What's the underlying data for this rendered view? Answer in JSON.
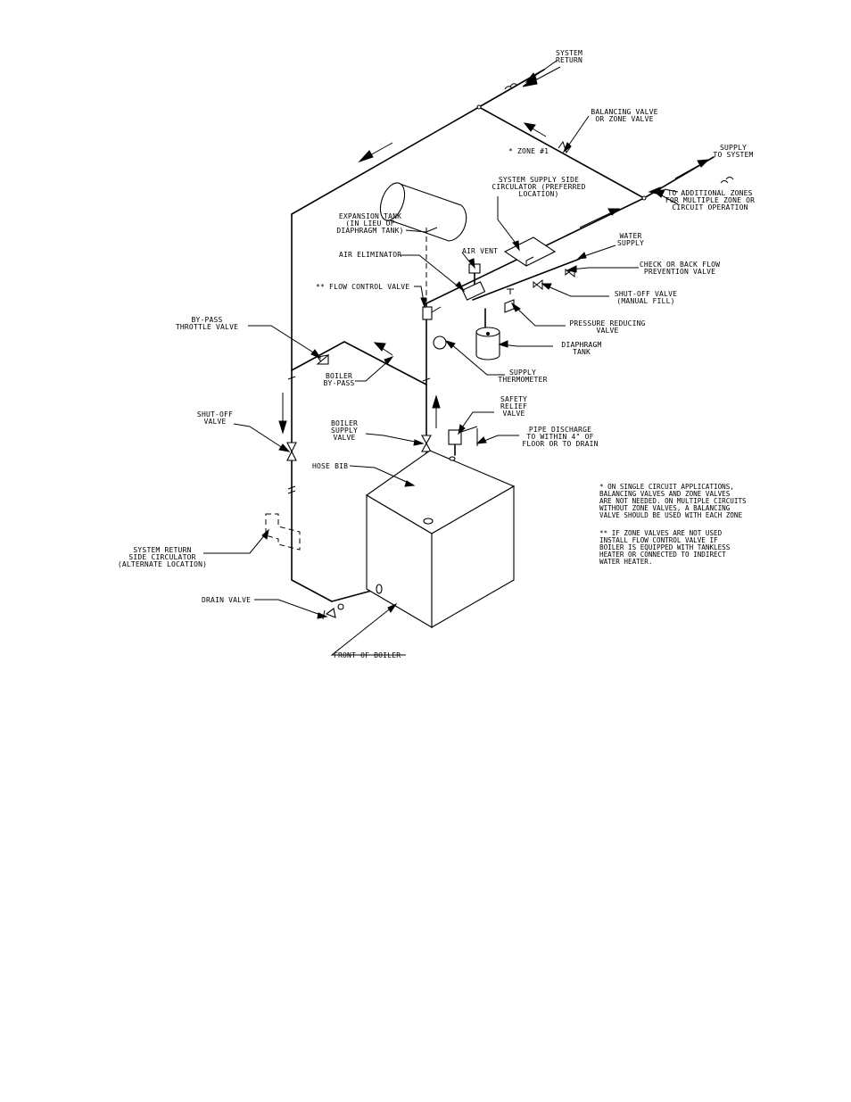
{
  "labels": {
    "system_return": [
      "SYSTEM",
      "RETURN"
    ],
    "balancing_valve": [
      "BALANCING VALVE",
      "OR ZONE VALVE"
    ],
    "zone1": [
      "* ZONE #1"
    ],
    "supply_to_system": [
      "SUPPLY",
      "TO SYSTEM"
    ],
    "system_supply_circulator": [
      "SYSTEM SUPPLY SIDE",
      "CIRCULATOR (PREFERRED",
      "LOCATION)"
    ],
    "additional_zones": [
      "TO ADDITIONAL ZONES",
      "FOR MULTIPLE ZONE OR",
      "CIRCUIT OPERATION"
    ],
    "expansion_tank": [
      "EXPANSION TANK",
      "(IN LIEU OF",
      "DIAPHRAGM TANK)"
    ],
    "water_supply": [
      "WATER",
      "SUPPLY"
    ],
    "air_vent": [
      "AIR VENT"
    ],
    "air_eliminator": [
      "AIR ELIMINATOR"
    ],
    "check_valve": [
      "CHECK OR BACK FLOW",
      "PREVENTION VALVE"
    ],
    "flow_control_valve": [
      "** FLOW CONTROL VALVE"
    ],
    "shutoff_manual_fill": [
      "SHUT-OFF VALVE",
      "(MANUAL FILL)"
    ],
    "bypass_throttle": [
      "BY-PASS",
      "THROTTLE VALVE"
    ],
    "pressure_reducing": [
      "PRESSURE REDUCING",
      "VALVE"
    ],
    "diaphragm_tank": [
      "DIAPHRAGM",
      "TANK"
    ],
    "boiler_bypass": [
      "BOILER",
      "BY-PASS"
    ],
    "supply_thermometer": [
      "SUPPLY",
      "THERMOMETER"
    ],
    "safety_relief": [
      "SAFETY",
      "RELIEF",
      "VALVE"
    ],
    "shutoff_valve": [
      "SHUT-OFF",
      "VALVE"
    ],
    "boiler_supply_valve": [
      "BOILER",
      "SUPPLY",
      "VALVE"
    ],
    "pipe_discharge": [
      "PIPE DISCHARGE",
      "TO WITHIN 4\" OF",
      "FLOOR OR TO DRAIN"
    ],
    "hose_bib": [
      "HOSE BIB"
    ],
    "system_return_circulator": [
      "SYSTEM RETURN",
      "SIDE CIRCULATOR",
      "(ALTERNATE LOCATION)"
    ],
    "drain_valve": [
      "DRAIN VALVE"
    ],
    "front_of_boiler": [
      "FRONT OF BOILER"
    ]
  },
  "notes": {
    "note1": [
      "* ON SINGLE CIRCUIT APPLICATIONS,",
      "BALANCING VALVES AND ZONE VALVES",
      "ARE NOT NEEDED. ON MULTIPLE CIRCUITS",
      "WITHOUT ZONE VALVES, A BALANCING",
      "VALVE SHOULD BE USED WITH EACH ZONE"
    ],
    "note2": [
      "** IF ZONE VALVES ARE NOT USED",
      "INSTALL FLOW CONTROL VALVE IF",
      "BOILER IS EQUIPPED WITH TANKLESS",
      "HEATER OR CONNECTED TO INDIRECT",
      "WATER HEATER."
    ]
  }
}
